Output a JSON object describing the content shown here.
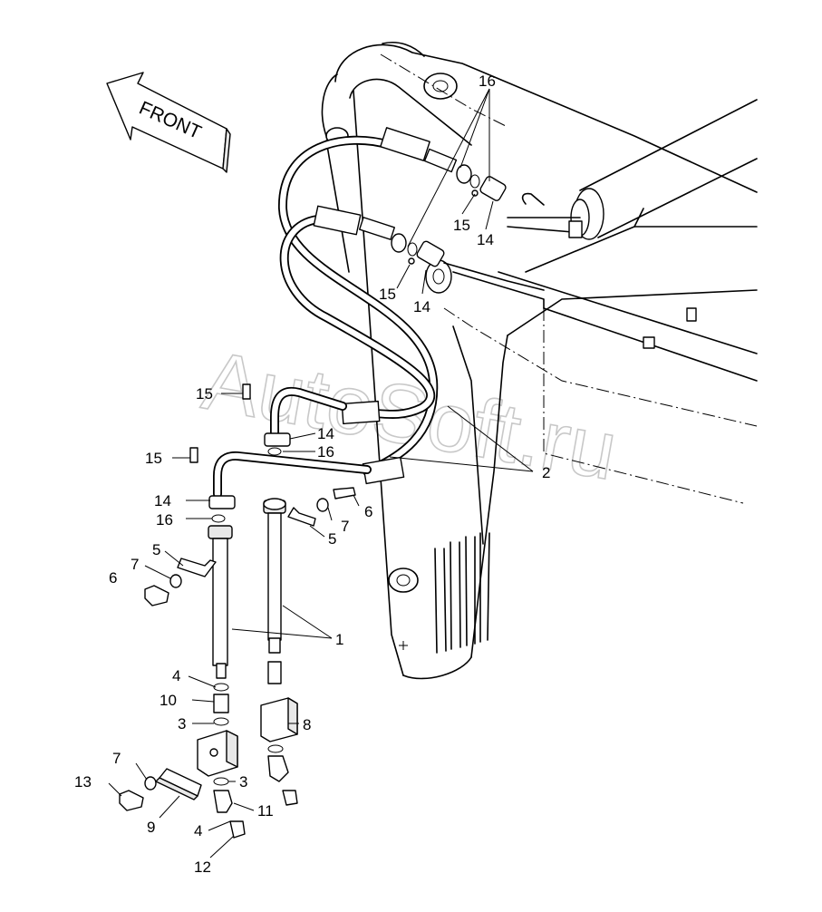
{
  "direction_arrow": {
    "label": "FRONT"
  },
  "watermark": {
    "text": "AutoSoft.ru"
  },
  "callouts": {
    "c1": "1",
    "c2": "2",
    "c3a": "3",
    "c3b": "3",
    "c4a": "4",
    "c4b": "4",
    "c5a": "5",
    "c5b": "5",
    "c6a": "6",
    "c6b": "6",
    "c7a": "7",
    "c7b": "7",
    "c7c": "7",
    "c8": "8",
    "c9": "9",
    "c10": "10",
    "c11": "11",
    "c12": "12",
    "c13": "13",
    "c14a": "14",
    "c14b": "14",
    "c14c": "14",
    "c14d": "14",
    "c15a": "15",
    "c15b": "15",
    "c15c": "15",
    "c15d": "15",
    "c16a": "16",
    "c16b": "16",
    "c16c": "16"
  }
}
